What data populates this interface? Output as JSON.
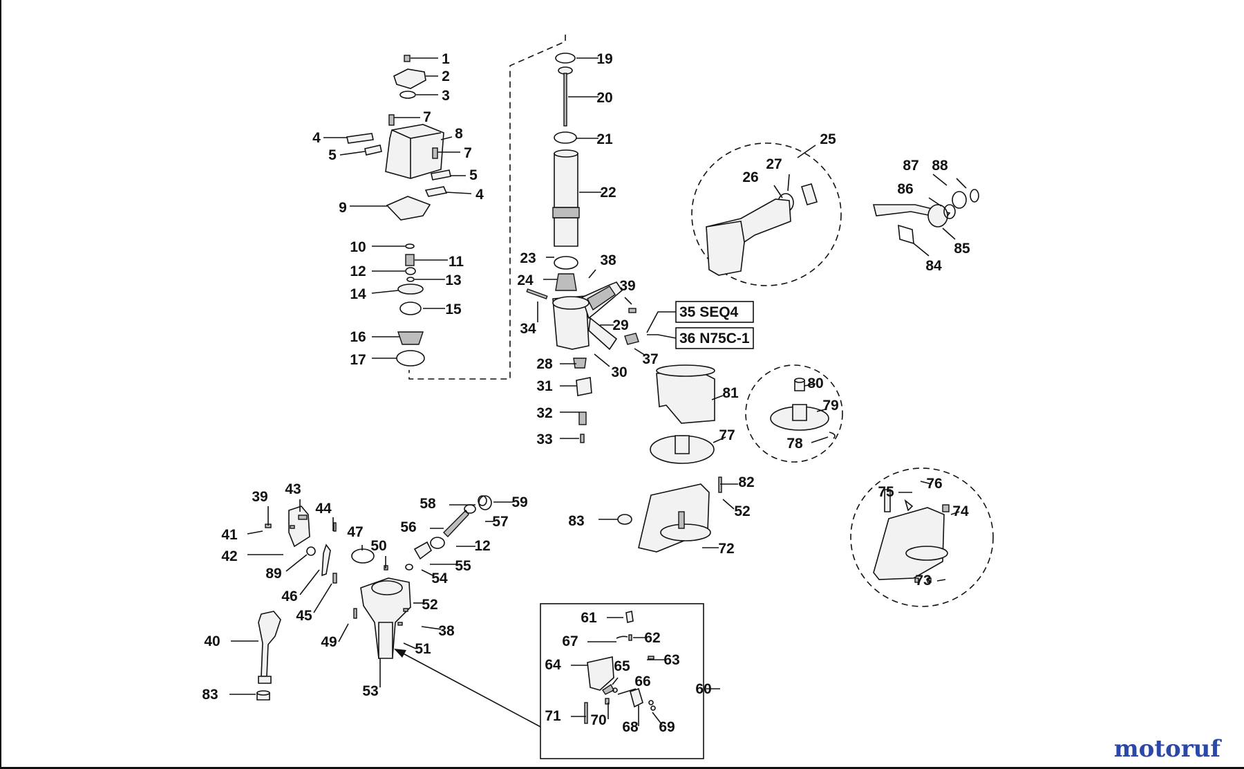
{
  "diagram": {
    "kit_labels": [
      "35  SEQ4",
      "36  N75C-1"
    ],
    "watermark": "motoruf",
    "part_numbers": [
      "1",
      "2",
      "3",
      "4",
      "5",
      "7",
      "8",
      "9",
      "10",
      "11",
      "12",
      "13",
      "14",
      "15",
      "16",
      "17",
      "19",
      "20",
      "21",
      "22",
      "23",
      "24",
      "25",
      "26",
      "27",
      "28",
      "29",
      "30",
      "31",
      "32",
      "33",
      "34",
      "37",
      "38",
      "39",
      "40",
      "41",
      "42",
      "43",
      "44",
      "45",
      "46",
      "47",
      "49",
      "50",
      "51",
      "52",
      "53",
      "54",
      "55",
      "56",
      "57",
      "58",
      "59",
      "60",
      "61",
      "62",
      "63",
      "64",
      "65",
      "66",
      "67",
      "68",
      "69",
      "70",
      "71",
      "72",
      "73",
      "74",
      "75",
      "76",
      "77",
      "78",
      "79",
      "80",
      "81",
      "82",
      "83",
      "84",
      "85",
      "86",
      "87",
      "88",
      "89"
    ]
  }
}
